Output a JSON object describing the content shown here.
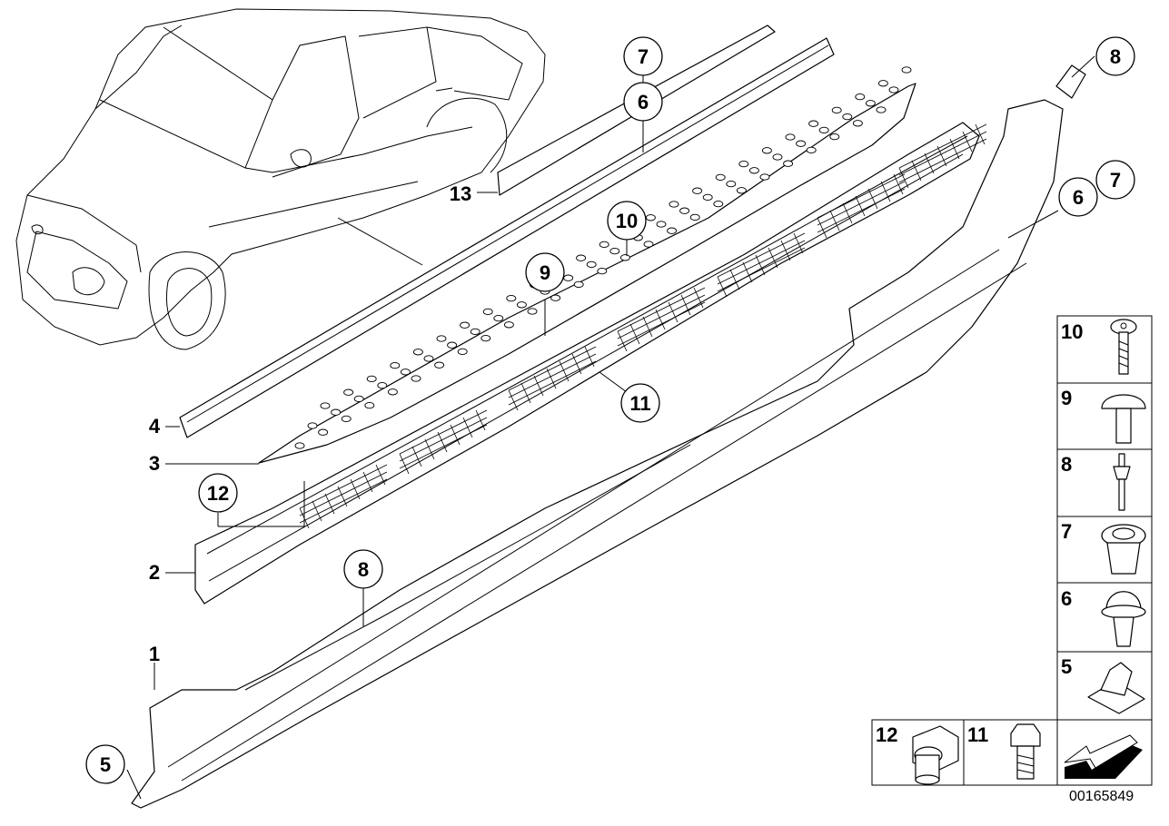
{
  "callouts": {
    "c7_top": "7",
    "c6_top": "6",
    "c8_top": "8",
    "c7_right": "7",
    "c6_right": "6",
    "c10": "10",
    "c9": "9",
    "c11": "11",
    "c12": "12",
    "c8_bottom": "8",
    "c5": "5"
  },
  "labels": {
    "l13": "13",
    "l4": "4",
    "l3": "3",
    "l2": "2",
    "l1": "1"
  },
  "legend": {
    "items": [
      "10",
      "9",
      "8",
      "7",
      "6",
      "5",
      "12",
      "11"
    ]
  },
  "reference_number": "00165849",
  "icons": [
    "car-outline",
    "arrow-icon",
    "screw-icon",
    "clip-icon",
    "rivet-icon",
    "grommet-icon",
    "bolt-icon",
    "nut-icon"
  ]
}
